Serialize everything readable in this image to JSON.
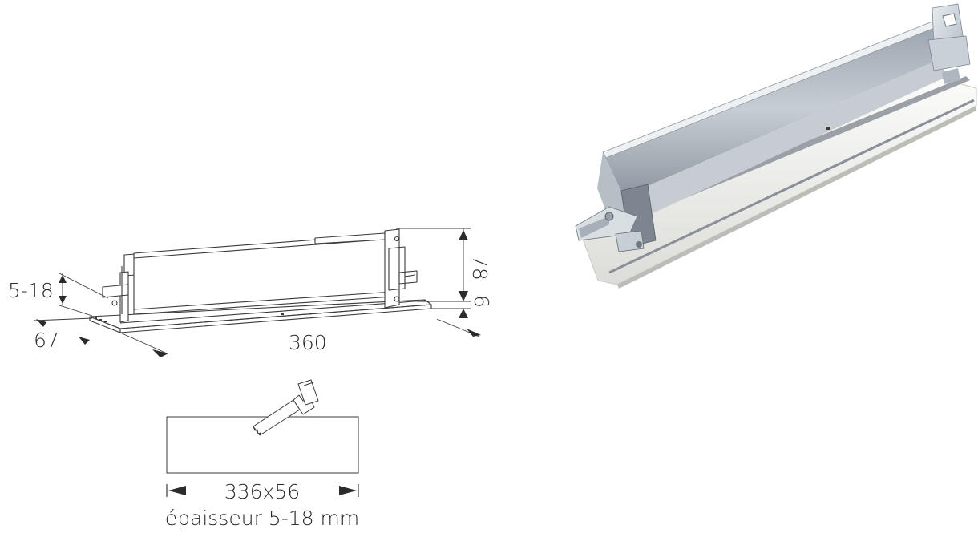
{
  "drawing": {
    "dimensions": {
      "height": "78",
      "base_thickness": "6",
      "clamp_range": "5-18",
      "depth": "67",
      "length": "360"
    },
    "cutout": {
      "size": "336x56",
      "thickness": "épaisseur 5-18 mm"
    }
  },
  "colors": {
    "line": "#3a3a3a",
    "metal_light": "#dfe4ea",
    "metal_mid": "#aab4bf",
    "metal_dark": "#6f7a86",
    "tray": "#f4f4f2"
  },
  "icons": [
    "saw-icon"
  ]
}
